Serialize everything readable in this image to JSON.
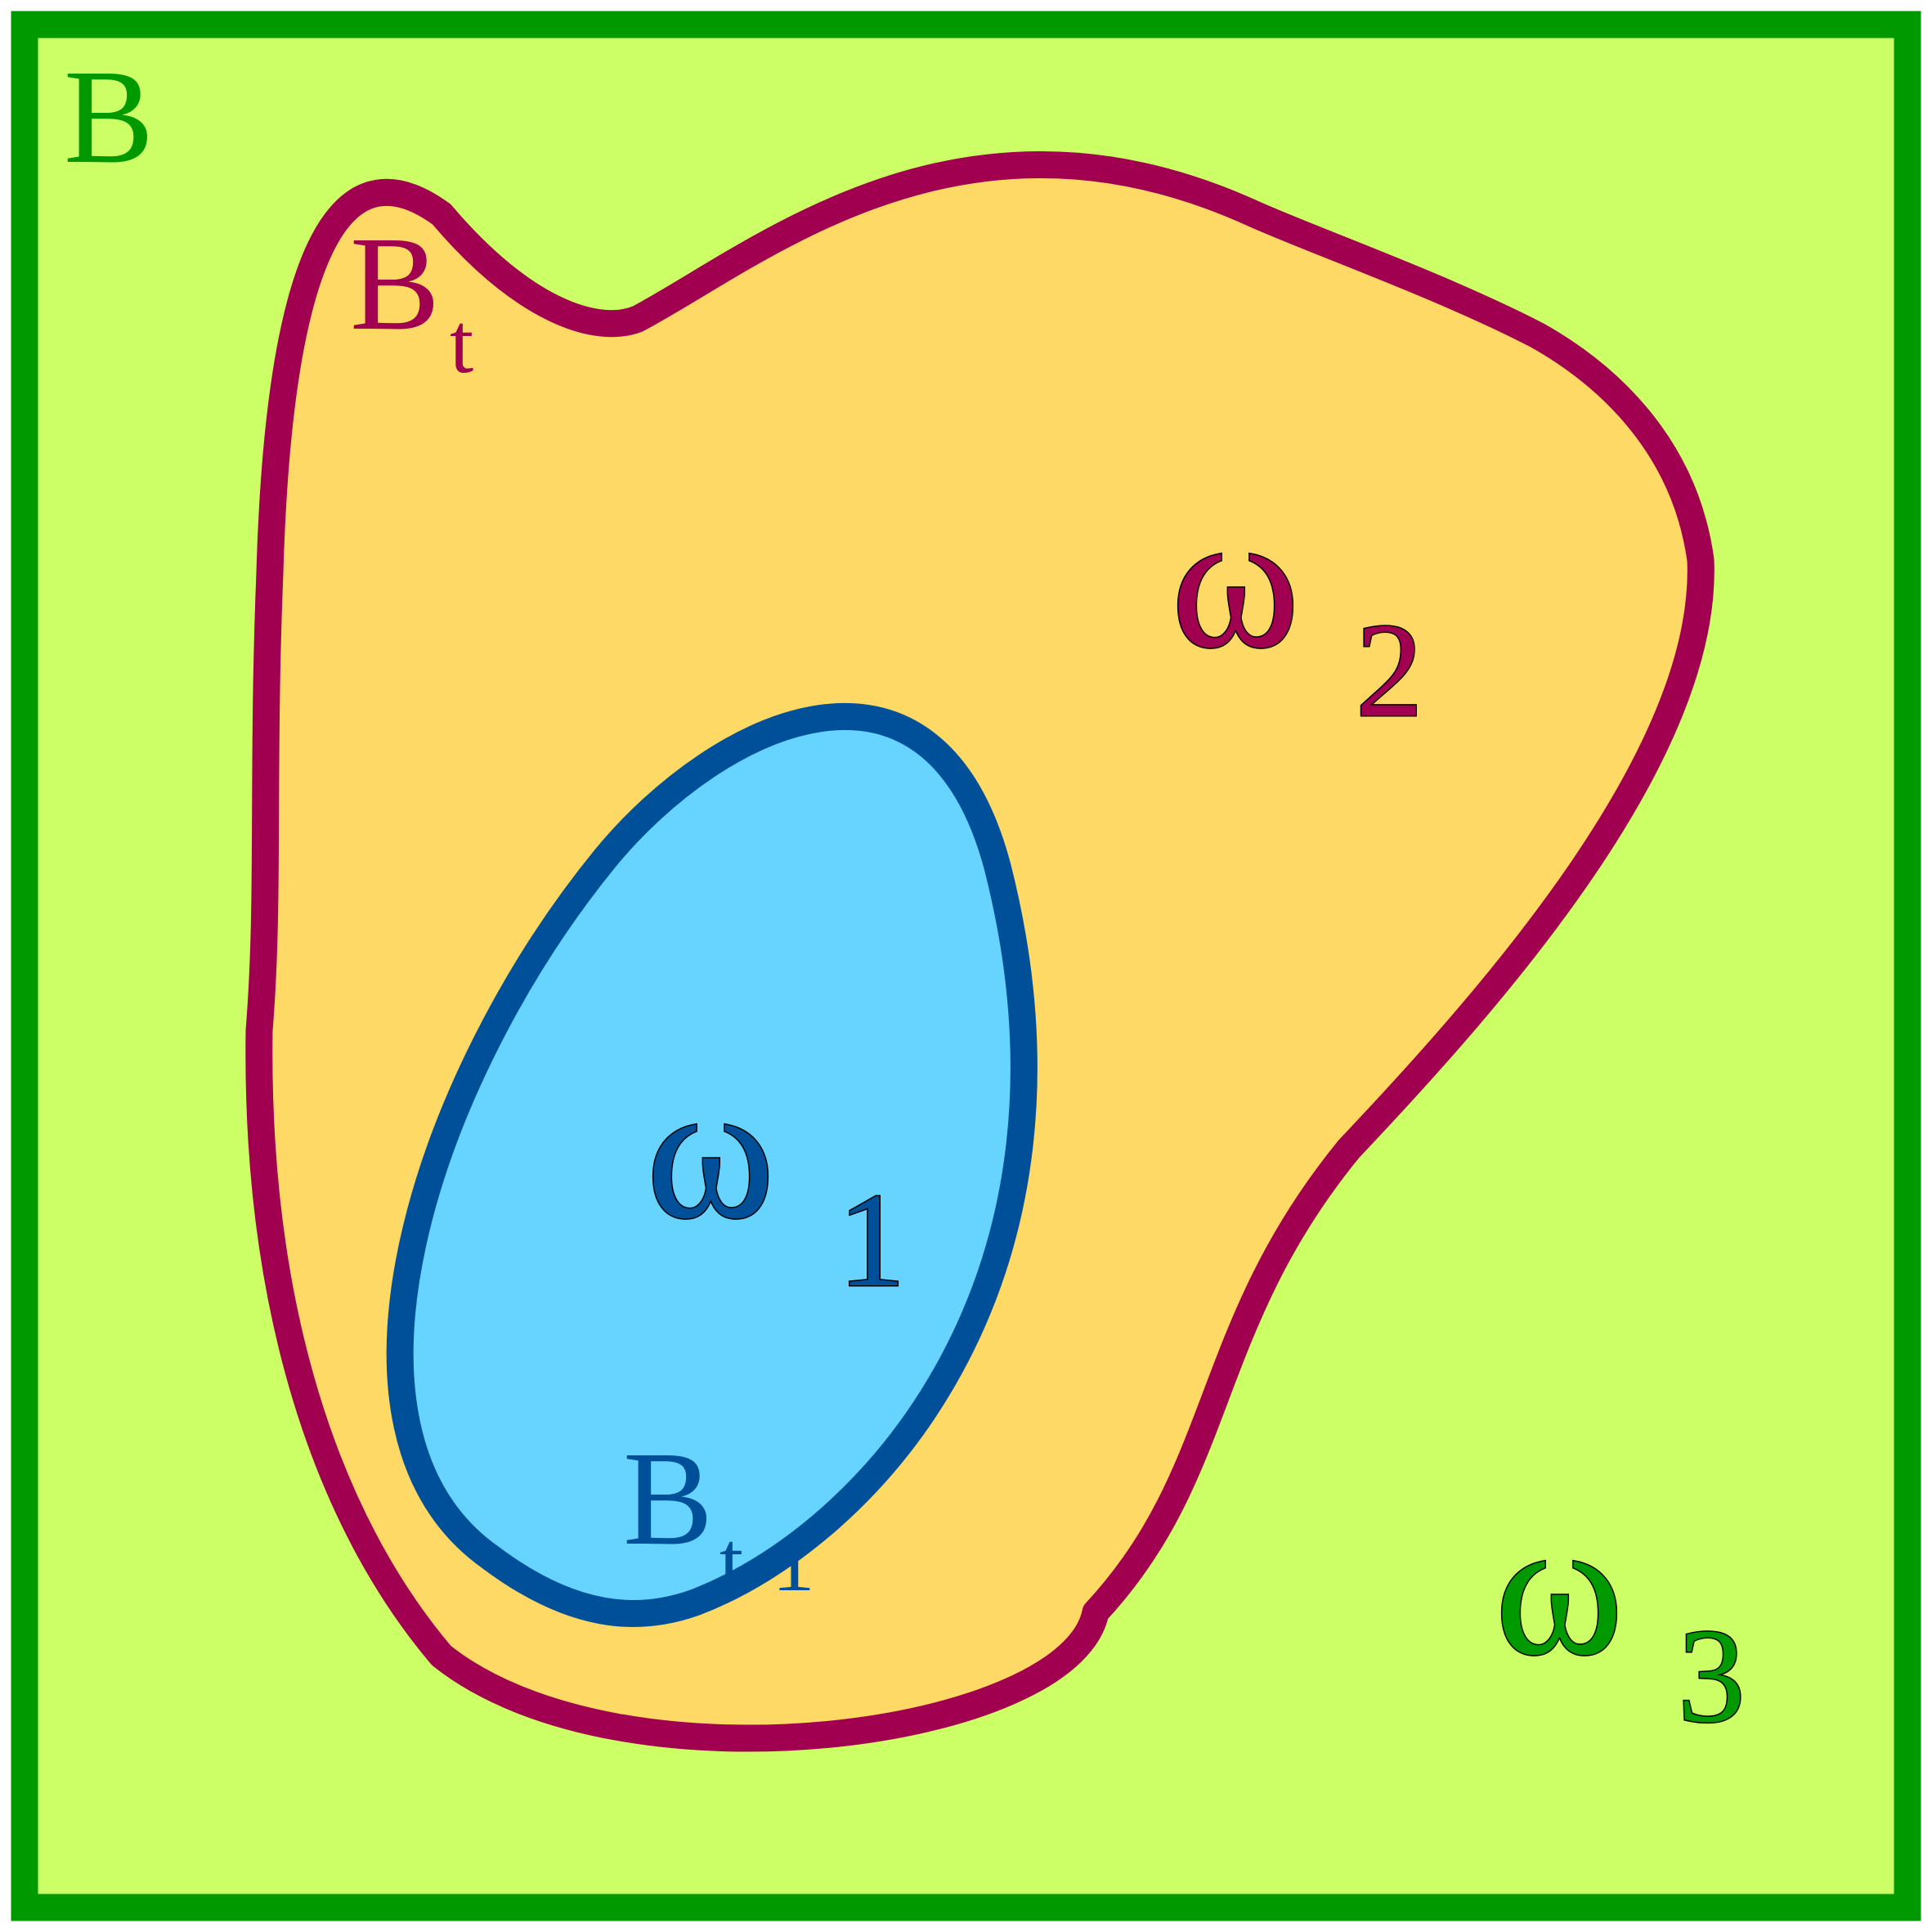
{
  "labels": {
    "outer_set": "B",
    "region_t": {
      "base": "B",
      "sub": "t"
    },
    "region_t_minus_1": {
      "base": "B",
      "sub": "t-1"
    },
    "omega_1": {
      "base": "ω",
      "sub": "1"
    },
    "omega_2": {
      "base": "ω",
      "sub": "2"
    },
    "omega_3": {
      "base": "ω",
      "sub": "3"
    }
  },
  "colors": {
    "outer_fill": "#CCFF66",
    "outer_border": "#009900",
    "region_t_fill": "#FFD966",
    "region_t_border": "#A0004F",
    "region_t_minus_1_fill": "#66D4FF",
    "region_t_minus_1_border": "#004F99"
  }
}
